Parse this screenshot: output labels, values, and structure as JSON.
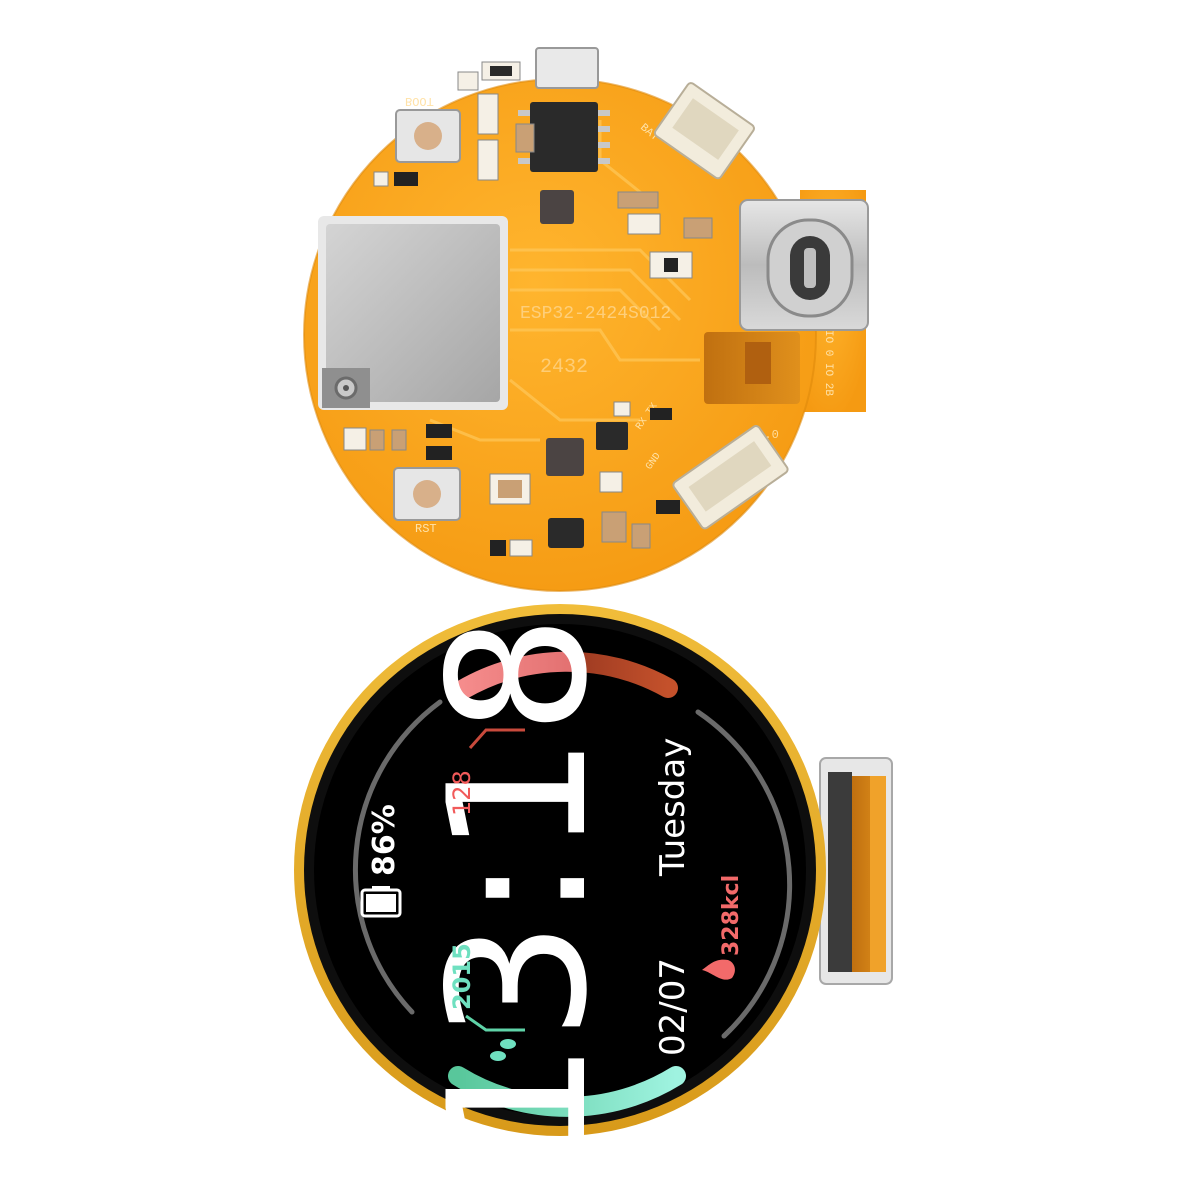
{
  "board": {
    "silkscreen": {
      "model": "ESP32-2424S012",
      "version": "V1.0",
      "boot": "BOOT",
      "rst": "RST",
      "bat": "BAT",
      "pins_rx_tx": "RX TX",
      "pins_gnd": "GND",
      "pins_io": "IO 0 IO 2B",
      "module_id": "2432"
    }
  },
  "watchface": {
    "time": "13:18",
    "day": "Tuesday",
    "date": "02/07",
    "battery_percent": "86%",
    "heart_rate": "128",
    "steps": "2015",
    "calories": "328kcl",
    "colors": {
      "heart_arc": "#f28080",
      "heart_arc_dark": "#b9482e",
      "steps_arc": "#5fd3a8",
      "steps_arc_light": "#8ef0d6",
      "heart_text": "#f15a5a",
      "steps_text": "#6fe0c0",
      "calories_text": "#f26a6a",
      "ring": "#6a6a6a",
      "digits": "#ffffff"
    }
  }
}
